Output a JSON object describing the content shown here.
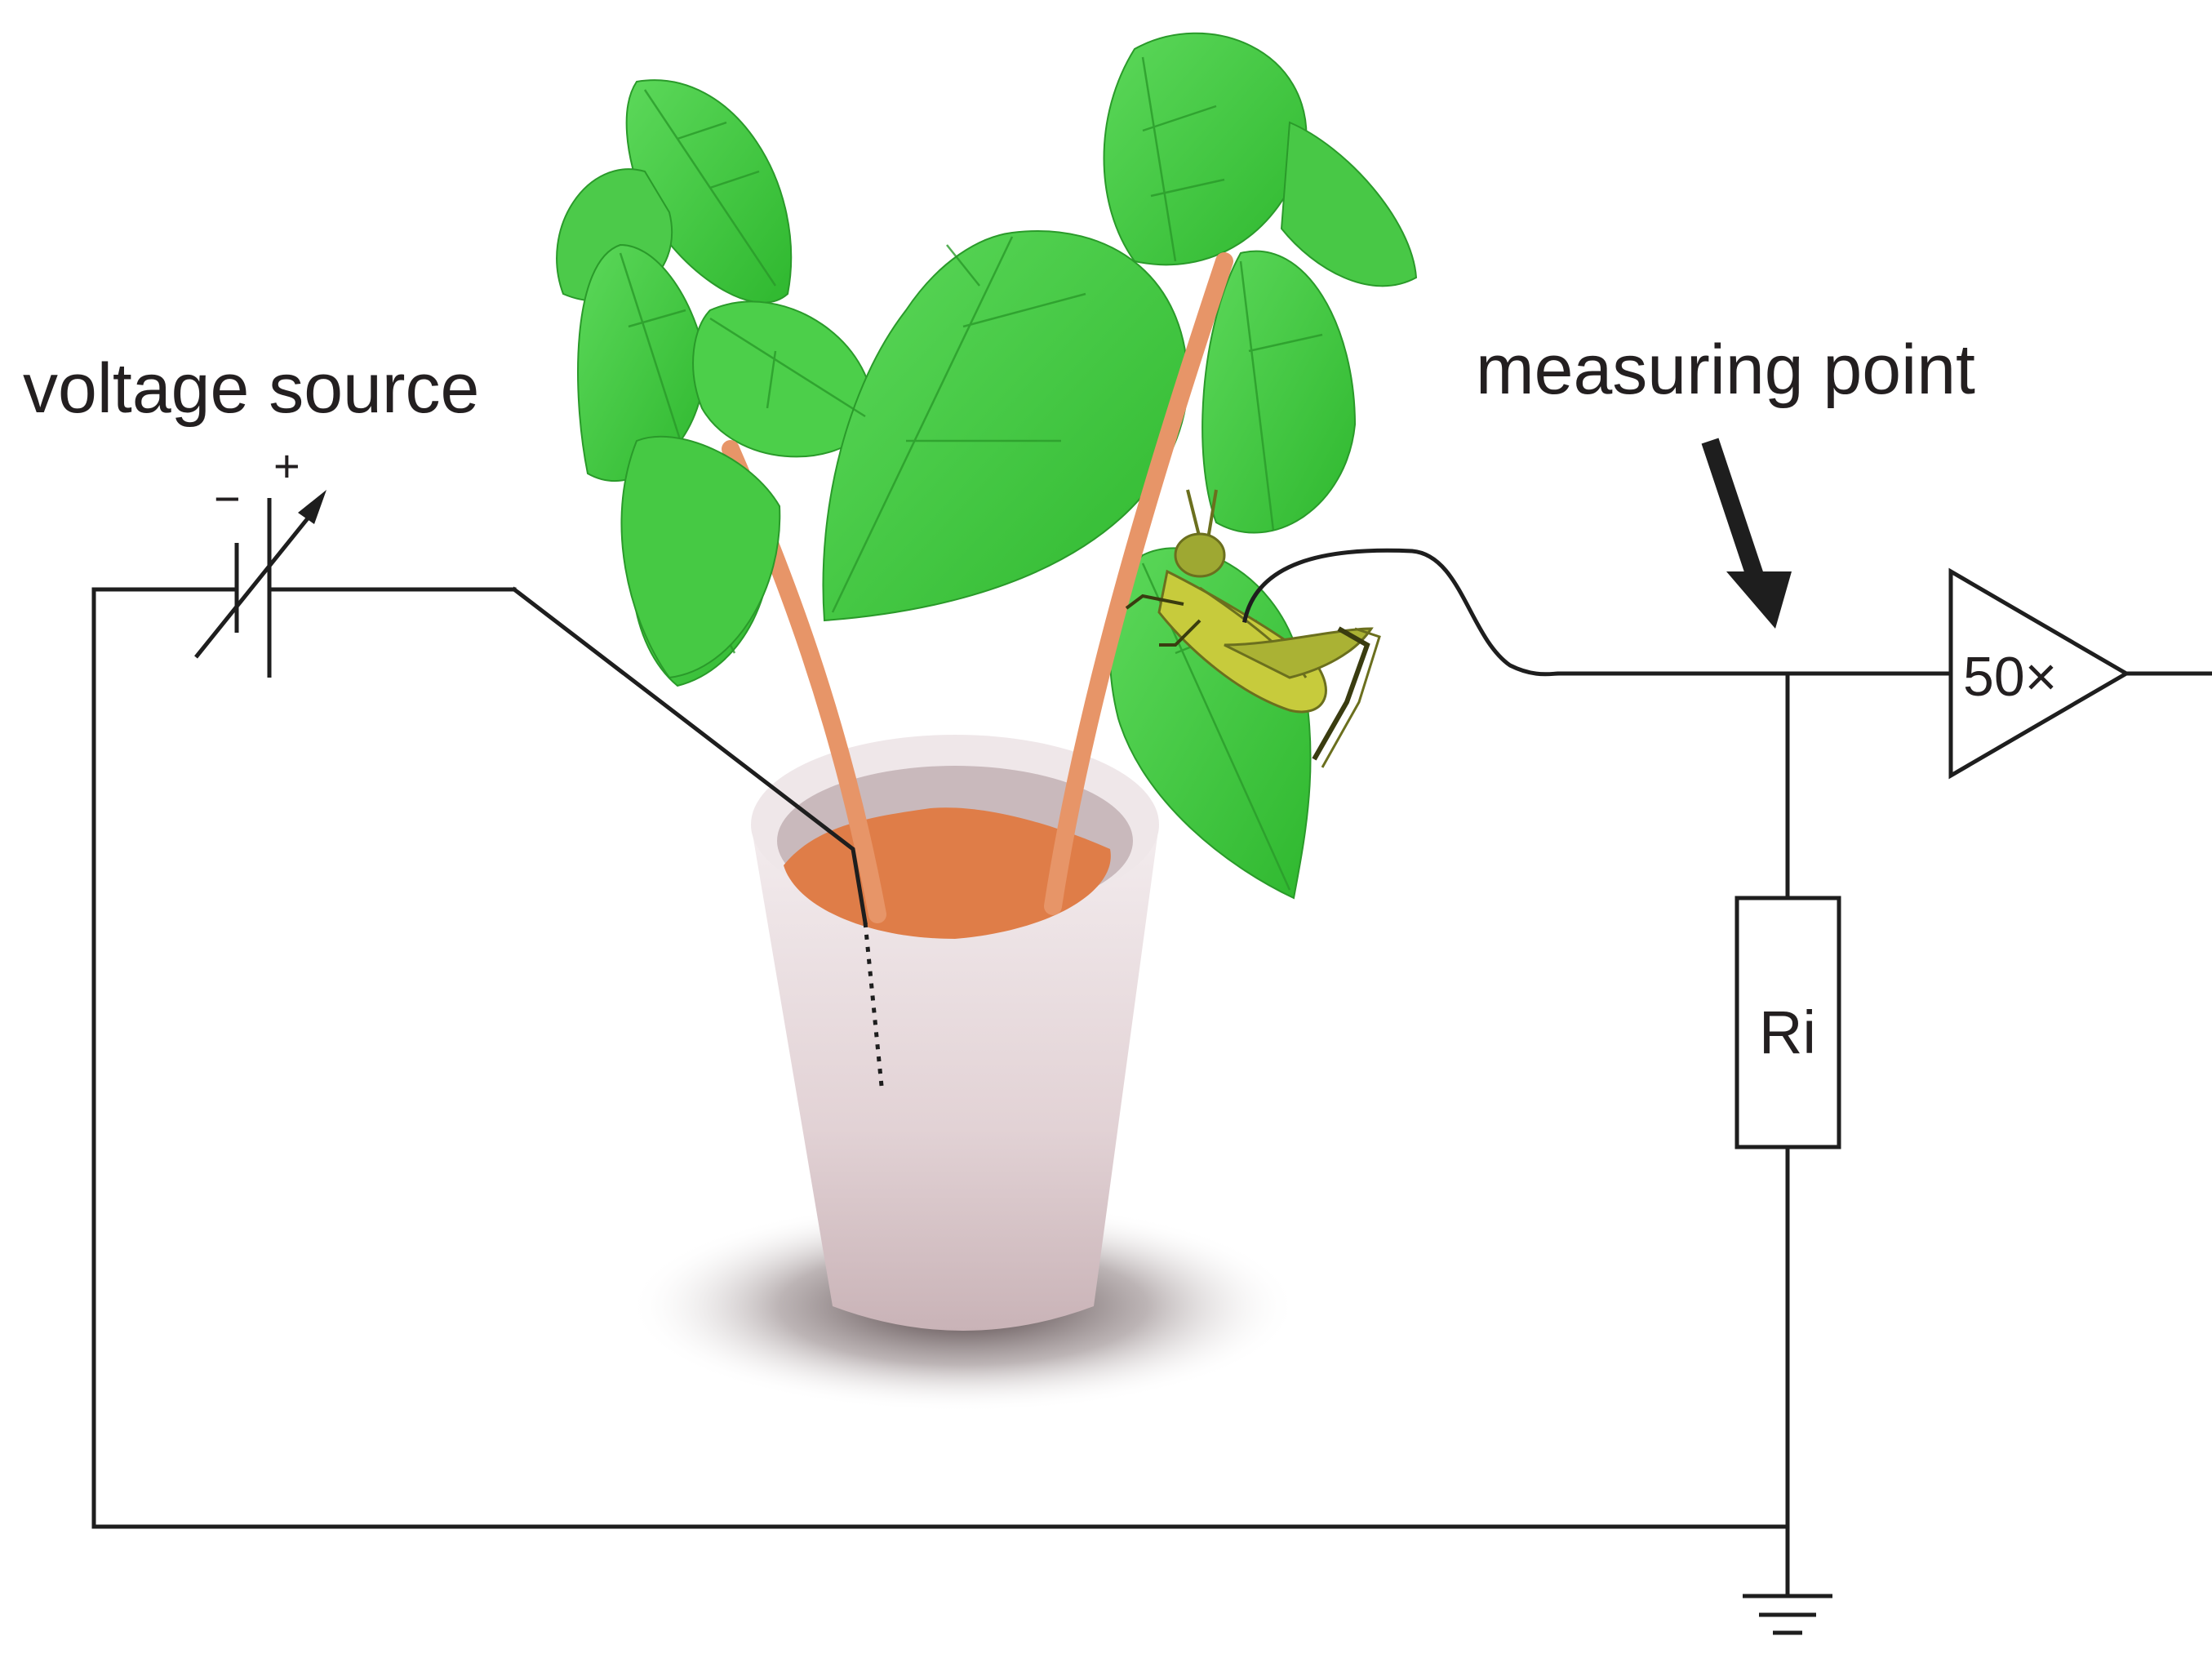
{
  "labels": {
    "voltage_source": "voltage source",
    "measuring_point": "measuring point",
    "amplifier_gain": "50×",
    "resistor": "Ri",
    "minus_sign": "−",
    "plus_sign": "+"
  },
  "colors": {
    "leaf": "#3cc63a",
    "leaf_light": "#57d654",
    "leaf_vein": "#2a9a2a",
    "stem": "#e79568",
    "soil": "#df7d48",
    "pot": "#e5d8da",
    "pot_shadow": "#b9a3a7",
    "wire": "#1e1e1e",
    "insect_body": "#b9c03a",
    "insect_dark": "#6b6f1e"
  },
  "icons": {
    "variable_source": "variable-battery-icon",
    "amplifier": "amplifier-triangle-icon",
    "ground": "ground-icon",
    "resistor": "resistor-icon",
    "arrow": "arrow-down-icon",
    "plant": "plant-icon",
    "insect": "grasshopper-icon",
    "pot": "flower-pot-icon"
  }
}
